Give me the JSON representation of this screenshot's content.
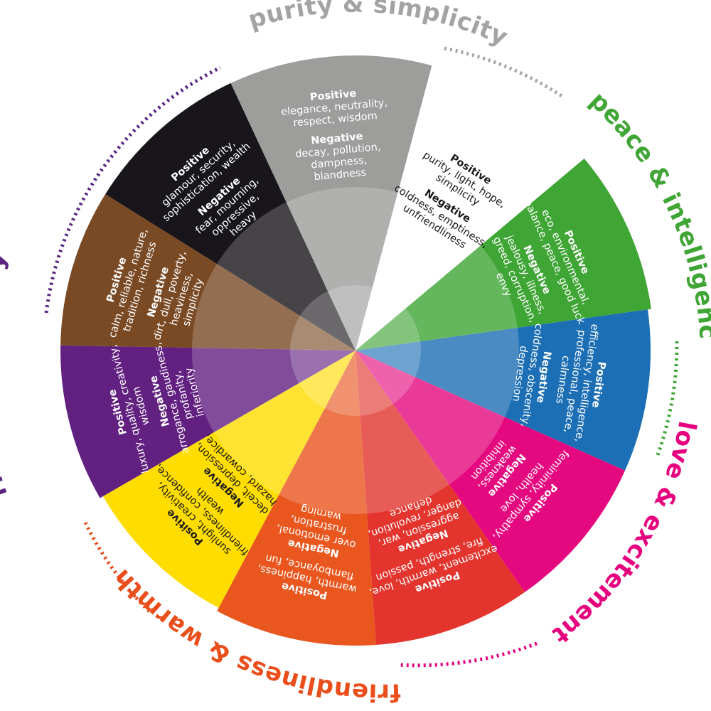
{
  "themes": [
    {
      "id": "purity",
      "text": "purity & simplicity",
      "color": "#a3a3a3"
    },
    {
      "id": "peace",
      "text": "peace & intelligence",
      "color": "#3fa535"
    },
    {
      "id": "love",
      "text": "love & excitement",
      "color": "#e6007e"
    },
    {
      "id": "friendliness",
      "text": "friendliness & warmth",
      "color": "#e94e1b"
    },
    {
      "id": "richness",
      "text": "richness & luxury",
      "color": "#5a2480"
    }
  ],
  "segments": [
    {
      "id": "white",
      "color": "#ffffff",
      "text_color": "#1a1a1a",
      "positive_heading": "Positive",
      "positive": [
        "purity, light, hope,",
        "simplicity"
      ],
      "negative_heading": "Negative",
      "negative": [
        "coldness, emptiness,",
        "unfriendliness"
      ]
    },
    {
      "id": "green",
      "color": "#3fa535",
      "text_color": "#ffffff",
      "positive_heading": "Positive",
      "positive": [
        "eco, environmental,",
        "balance, peace, good luck"
      ],
      "negative_heading": "Negative",
      "negative": [
        "jealousy, illness,",
        "greed, corruption,",
        "envy"
      ]
    },
    {
      "id": "blue",
      "color": "#1d6fb5",
      "text_color": "#ffffff",
      "positive_heading": "Positive",
      "positive": [
        "efficiency, intelligence,",
        "professional, peace,",
        "calmness"
      ],
      "negative_heading": "Negative",
      "negative": [
        "coldness, obscenity,",
        "depression"
      ]
    },
    {
      "id": "magenta",
      "color": "#e5097f",
      "text_color": "#ffffff",
      "positive_heading": "Positive",
      "positive": [
        "femininity, sympathy,",
        "health, love"
      ],
      "negative_heading": "Negative",
      "negative": [
        "weakness,",
        "inhibition"
      ]
    },
    {
      "id": "red",
      "color": "#e3342d",
      "text_color": "#ffffff",
      "positive_heading": "Positive",
      "positive": [
        "excitement, warmth, love,",
        "fire, strength, passion"
      ],
      "negative_heading": "Negative",
      "negative": [
        "aggression, war,",
        "danger, revolution,",
        "defiance"
      ]
    },
    {
      "id": "orange",
      "color": "#e9561e",
      "text_color": "#ffffff",
      "positive_heading": "Positive",
      "positive": [
        "warmth, happiness,",
        "flamboyance, fun"
      ],
      "negative_heading": "Negative",
      "negative": [
        "over emotional,",
        "frustration,",
        "warning"
      ]
    },
    {
      "id": "yellow",
      "color": "#ffdd00",
      "text_color": "#1a1a1a",
      "positive_heading": "Positive",
      "positive": [
        "sunlight, creativity,",
        "friendliness, confidence,",
        "wealth"
      ],
      "negative_heading": "Negative",
      "negative": [
        "deceit, depression,",
        "hazard, cowardice,"
      ]
    },
    {
      "id": "purple",
      "color": "#622181",
      "text_color": "#ffffff",
      "positive_heading": "Positive",
      "positive": [
        "luxury, quality, creativity,",
        "wisdom"
      ],
      "negative_heading": "Negative",
      "negative": [
        "arrogance, gaudiness,",
        "profanity,",
        "inferiority"
      ]
    },
    {
      "id": "brown",
      "color": "#7a4a25",
      "text_color": "#ffffff",
      "positive_heading": "Positive",
      "positive": [
        "calm, reliable, nature,",
        "tradition, richness"
      ],
      "negative_heading": "Negative",
      "negative": [
        "dirt, dull, poverty,",
        "heaviness,",
        "simplicity"
      ]
    },
    {
      "id": "black",
      "color": "#18161a",
      "text_color": "#ffffff",
      "positive_heading": "Positive",
      "positive": [
        "glamour, security,",
        "sophistication, wealth"
      ],
      "negative_heading": "Negative",
      "negative": [
        "fear, mourning,",
        "oppressive,",
        "heavy"
      ]
    },
    {
      "id": "grey",
      "color": "#9d9d9c",
      "text_color": "#ffffff",
      "positive_heading": "Positive",
      "positive": [
        "elegance, neutrality,",
        "respect, wisdom"
      ],
      "negative_heading": "Negative",
      "negative": [
        "decay, pollution,",
        "dampness,",
        "blandness"
      ]
    }
  ]
}
